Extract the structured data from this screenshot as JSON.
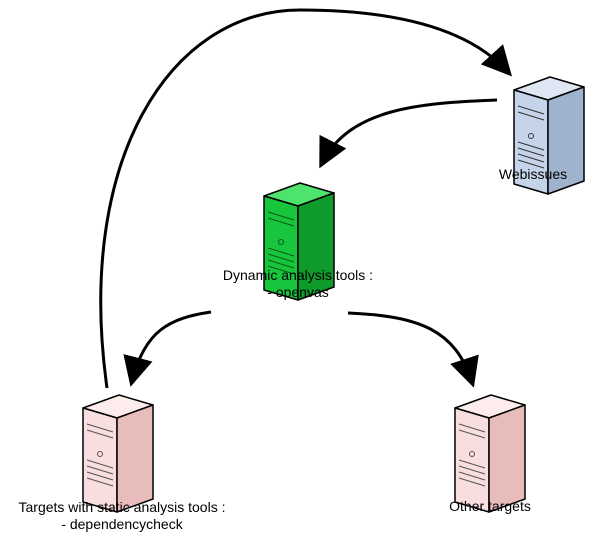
{
  "nodes": {
    "webissues": {
      "label": "Webissues",
      "colors": {
        "front": "#c5d4e8",
        "side": "#9fb3cf",
        "top": "#dde6f2"
      }
    },
    "dynamic": {
      "label_line1": "Dynamic analysis tools :",
      "label_line2": "- openvas",
      "colors": {
        "front": "#17c63d",
        "side": "#0f9a2c",
        "top": "#4ee36c"
      }
    },
    "static": {
      "label_line1": "Targets with static analysis tools :",
      "label_line2": "- dependencycheck",
      "colors": {
        "front": "#f8dede",
        "side": "#e9bcbc",
        "top": "#fcecec"
      }
    },
    "other": {
      "label": "Other targets",
      "colors": {
        "front": "#f8dede",
        "side": "#e9bcbc",
        "top": "#fcecec"
      }
    }
  },
  "edges": [
    {
      "from": "static",
      "to": "webissues"
    },
    {
      "from": "webissues",
      "to": "dynamic"
    },
    {
      "from": "dynamic",
      "to": "static"
    },
    {
      "from": "dynamic",
      "to": "other"
    }
  ]
}
